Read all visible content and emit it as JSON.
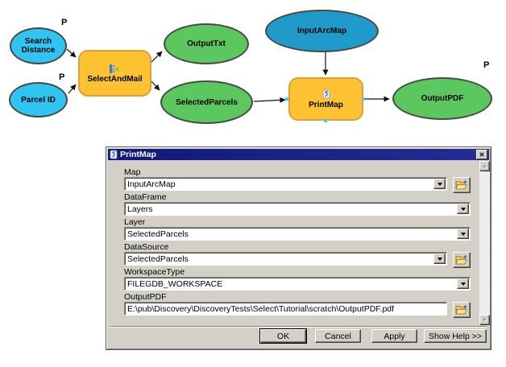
{
  "diagram": {
    "parameter_marker": "P",
    "nodes": [
      {
        "label": "Search Distance",
        "type": "input-variable",
        "parameter": "P",
        "color": "#30c4f2"
      },
      {
        "label": "Parcel ID",
        "type": "input-variable",
        "parameter": "P",
        "color": "#30c4f2"
      },
      {
        "label": "SelectAndMail",
        "type": "model-tool",
        "color": "#fdc231"
      },
      {
        "label": "OutputTxt",
        "type": "derived-data",
        "color": "#5cc75e"
      },
      {
        "label": "SelectedParcels",
        "type": "derived-data",
        "color": "#5cc75e"
      },
      {
        "label": "InputArcMap",
        "type": "input-variable",
        "color": "#1f9acb"
      },
      {
        "label": "PrintMap",
        "type": "script-tool",
        "color": "#fdc231"
      },
      {
        "label": "OutputPDF",
        "type": "derived-data",
        "parameter": "P",
        "color": "#5cc75e"
      }
    ]
  },
  "dialog": {
    "title": "PrintMap",
    "fields": [
      {
        "label": "Map",
        "value": "InputArcMap",
        "type": "combo",
        "browse": true
      },
      {
        "label": "DataFrame",
        "value": "Layers",
        "type": "combo",
        "browse": false
      },
      {
        "label": "Layer",
        "value": "SelectedParcels",
        "type": "combo",
        "browse": false
      },
      {
        "label": "DataSource",
        "value": "SelectedParcels",
        "type": "combo",
        "browse": true
      },
      {
        "label": "WorkspaceType",
        "value": "FILEGDB_WORKSPACE",
        "type": "combo",
        "browse": false
      },
      {
        "label": "OutputPDF",
        "value": "E:\\pub\\Discovery\\DiscoveryTests\\Select\\Tutorial\\scratch\\OutputPDF.pdf",
        "type": "text",
        "browse": true
      }
    ],
    "buttons": [
      "OK",
      "Cancel",
      "Apply",
      "Show Help >>"
    ]
  },
  "icons": {
    "close": "✕",
    "scroll_up": "▲",
    "scroll_down": "▼"
  }
}
